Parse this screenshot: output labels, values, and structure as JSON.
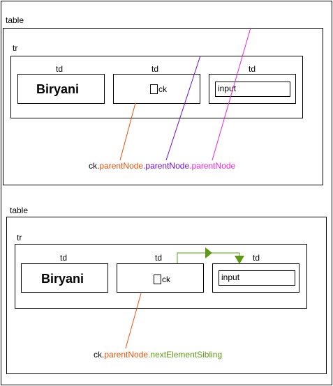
{
  "colors": {
    "orange": "#e5540a",
    "purple": "#6a0dd6",
    "magenta": "#ee22dd",
    "green": "#5c9a14"
  },
  "top": {
    "table_label": "table",
    "tr_label": "tr",
    "td1_label": "td",
    "td2_label": "td",
    "td3_label": "td",
    "biryani": "Biryani",
    "ck_label": "ck",
    "input_label": "input",
    "expr": {
      "ck": "ck.",
      "p1": "parentNode",
      "dot1": ".",
      "p2": "parentNode",
      "dot2": ".",
      "p3": "parentNode"
    }
  },
  "bottom": {
    "table_label": "table",
    "tr_label": "tr",
    "td1_label": "td",
    "td2_label": "td",
    "td3_label": "td",
    "biryani": "Biryani",
    "ck_label": "ck",
    "input_label": "input",
    "expr": {
      "ck": "ck.",
      "p1": "parentNode",
      "dot1": ".",
      "p2": "nextElementSibling"
    }
  }
}
